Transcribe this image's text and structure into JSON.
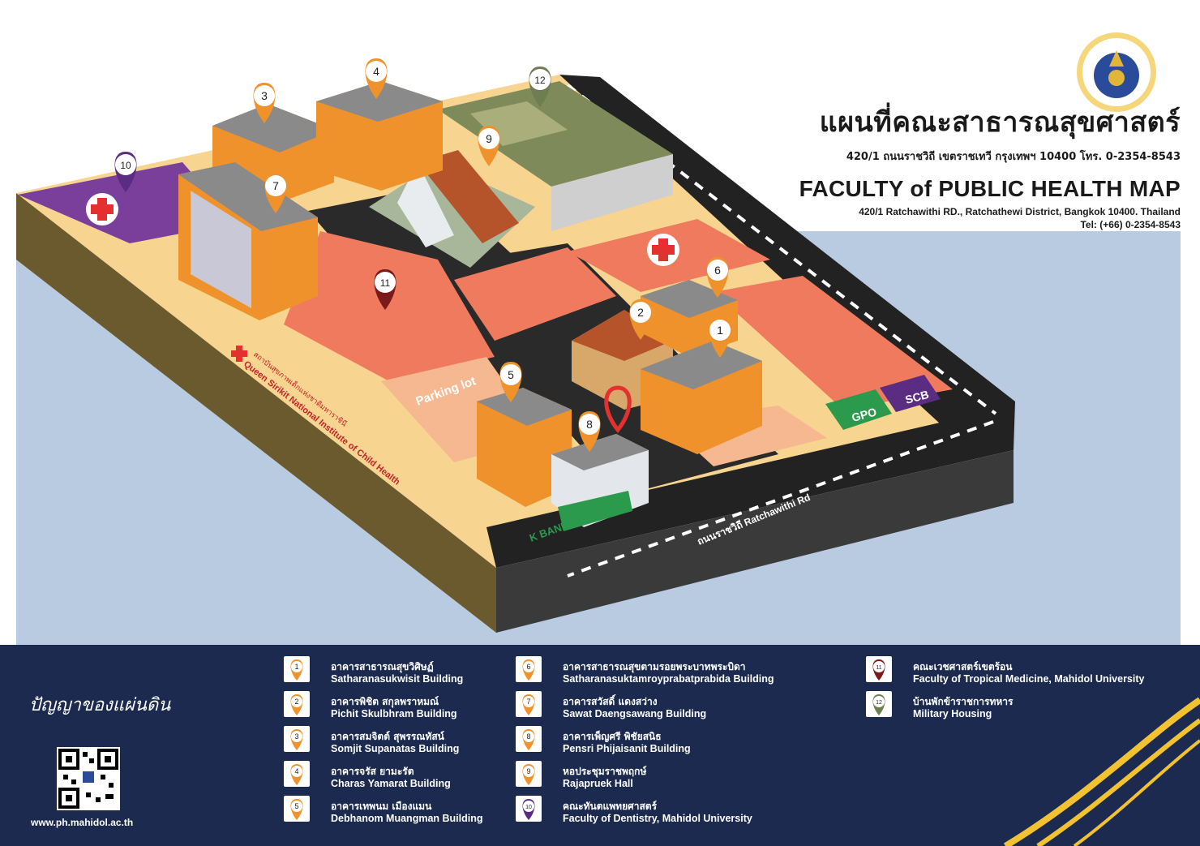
{
  "header": {
    "title_th": "แผนที่คณะสาธารณสุขศาสตร์",
    "address_th": "420/1 ถนนราชวิถี เขตราชเทวี กรุงเทพฯ 10400 โทร. 0-2354-8543",
    "title_en": "FACULTY of PUBLIC HEALTH MAP",
    "address_en": "420/1 Ratchawithi RD., Ratchathewi District, Bangkok 10400. Thailand",
    "tel_en": "Tel: (+66) 0-2354-8543",
    "logo_icon": "mahidol-university-seal-icon"
  },
  "map": {
    "road_label": "ถนนราชวิถี  Ratchawithi Rd",
    "parking_label": "Parking lot",
    "hospital_label_th": "สถาบันสุขภาพเด็กแห่งชาติมหาราชินี",
    "hospital_label_en": "Queen Sirikit National Institute of Child Health",
    "kbank_label": "K BANK",
    "gpo_label": "GPO",
    "scb_label": "SCB",
    "markers": [
      "1",
      "2",
      "3",
      "4",
      "5",
      "6",
      "7",
      "8",
      "9",
      "10",
      "11",
      "12"
    ],
    "colors": {
      "orange": "#f0922b",
      "purple": "#5b2d82",
      "maroon": "#7a1a1a",
      "olive": "#6f7d52",
      "salmon": "#f07a5e",
      "sand": "#f7d48f",
      "sky": "#b9cbe0",
      "road": "#222222",
      "navy": "#1b2a4e",
      "gold": "#f2c230"
    }
  },
  "legend": [
    {
      "num": "1",
      "th": "อาคารสาธารณสุขวิศิษฏ์",
      "en": "Satharanasukwisit Building",
      "color": "#f0922b"
    },
    {
      "num": "2",
      "th": "อาคารพิชิต สกุลพราหมณ์",
      "en": "Pichit Skulbhram Building",
      "color": "#f0922b"
    },
    {
      "num": "3",
      "th": "อาคารสมจิตต์ สุพรรณทัสน์",
      "en": "Somjit Supanatas Building",
      "color": "#f0922b"
    },
    {
      "num": "4",
      "th": "อาคารจรัส ยามะรัต",
      "en": "Charas Yamarat Building",
      "color": "#f0922b"
    },
    {
      "num": "5",
      "th": "อาคารเทพนม เมืองแมน",
      "en": "Debhanom Muangman Building",
      "color": "#f0922b"
    },
    {
      "num": "6",
      "th": "อาคารสาธารณสุขตามรอยพระบาทพระบิดา",
      "en": "Satharanasuktamroyprabatprabida Building",
      "color": "#f0922b"
    },
    {
      "num": "7",
      "th": "อาคารสวัสดิ์ แดงสว่าง",
      "en": "Sawat Daengsawang Building",
      "color": "#f0922b"
    },
    {
      "num": "8",
      "th": "อาคารเพ็ญศรี พิชัยสนิธ",
      "en": "Pensri Phijaisanit Building",
      "color": "#f0922b"
    },
    {
      "num": "9",
      "th": "หอประชุมราชพฤกษ์",
      "en": "Rajapruek Hall",
      "color": "#f0922b"
    },
    {
      "num": "10",
      "th": "คณะทันตแพทยศาสตร์",
      "en": "Faculty of Dentistry, Mahidol University",
      "color": "#5b2d82"
    },
    {
      "num": "11",
      "th": "คณะเวชศาสตร์เขตร้อน",
      "en": "Faculty of Tropical Medicine, Mahidol University",
      "color": "#7a1a1a"
    },
    {
      "num": "12",
      "th": "บ้านพักข้าราชการทหาร",
      "en": "Military Housing",
      "color": "#6f7d52"
    }
  ],
  "footer": {
    "slogan": "ปัญญาของแผ่นดิน",
    "website": "www.ph.mahidol.ac.th",
    "qr_icon": "qr-code-icon"
  }
}
